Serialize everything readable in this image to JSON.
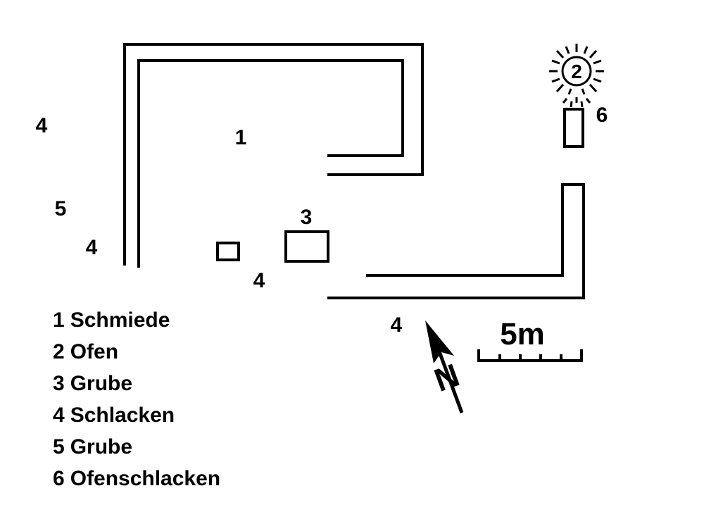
{
  "plan": {
    "labels": {
      "forge_area": "1",
      "oven": "2",
      "pit_3": "3",
      "slag_far_left": "4",
      "slag_left": "4",
      "slag_center": "4",
      "slag_bottom": "4",
      "pit_5": "5",
      "oven_slag": "6"
    }
  },
  "scale_bar": {
    "label": "5m"
  },
  "north_arrow": {
    "letter": "N"
  },
  "legend": {
    "items": [
      {
        "number": "1",
        "text": "Schmiede"
      },
      {
        "number": "2",
        "text": "Ofen"
      },
      {
        "number": "3",
        "text": "Grube"
      },
      {
        "number": "4",
        "text": "Schlacken"
      },
      {
        "number": "5",
        "text": "Grube"
      },
      {
        "number": "6",
        "text": "Ofenschlacken"
      }
    ]
  },
  "colors": {
    "ink": "#000000",
    "background": "#ffffff"
  }
}
